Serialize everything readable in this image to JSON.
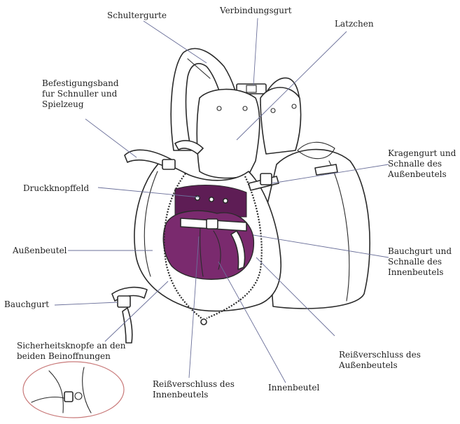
{
  "labels": {
    "schultergurte": "Schultergurte",
    "verbindungsgurt": "Verbindungsgurt",
    "latzchen": "Latzchen",
    "befestigungsband": [
      "Befestigungsband",
      "fur Schnuller und",
      "Spielzeug"
    ],
    "kragengurt": [
      "Kragengurt und",
      "Schnalle des",
      "Außenbeutels"
    ],
    "druckknopffeld": "Druckknopffeld",
    "aussenbeutel": "Außenbeutel",
    "bauchgurt_schnalle": [
      "Bauchgurt und",
      "Schnalle des",
      "Innenbeutels"
    ],
    "bauchgurt": "Bauchgurt",
    "sicherheitsknopfe": [
      "Sicherheitsknopfe an den",
      "beiden Beinoffnungen"
    ],
    "reissverschluss_aussen": [
      "Reißverschluss des",
      "Außenbeutels"
    ],
    "reissverschluss_innen": [
      "Reißverschluss des",
      "Innenbeutels"
    ],
    "innenbeutel": "Innenbeutel"
  },
  "colors": {
    "leader_line": "#6a6f99",
    "inner_pouch": "#7a2a6e",
    "ink": "#2a2a2a",
    "detail_ellipse": "#c97a7a"
  }
}
